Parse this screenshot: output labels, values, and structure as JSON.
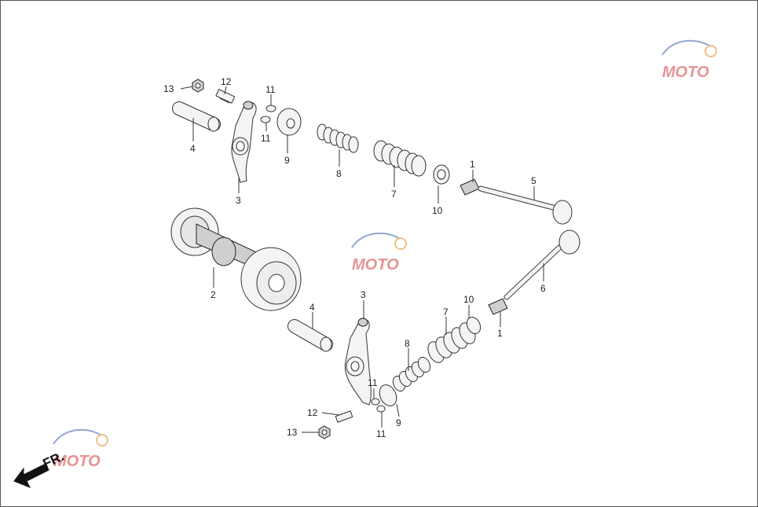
{
  "diagram": {
    "direction_label": "FR.",
    "watermark": {
      "text_mark": "MOTO",
      "accent_colors": [
        "#d63a3a",
        "#3a5fb0",
        "#e08a2a"
      ]
    },
    "callouts": {
      "c13a": "13",
      "c12a": "12",
      "c11a": "11",
      "c11b": "11",
      "c4a": "4",
      "c3a": "3",
      "c9a": "9",
      "c8a": "8",
      "c7a": "7",
      "c1a": "1",
      "c10a": "10",
      "c5": "5",
      "c2": "2",
      "c6": "6",
      "c1b": "1",
      "c4b": "4",
      "c3b": "3",
      "c10b": "10",
      "c7b": "7",
      "c8b": "8",
      "c11c": "11",
      "c12b": "12",
      "c9b": "9",
      "c11d": "11",
      "c13b": "13"
    }
  }
}
